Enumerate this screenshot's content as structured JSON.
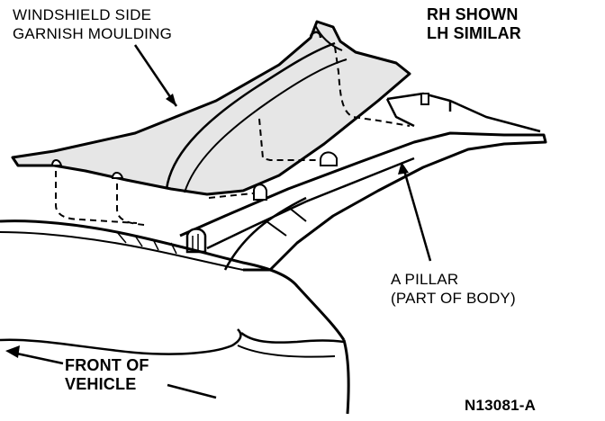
{
  "labels": {
    "garnish": [
      "WINDSHIELD SIDE",
      "GARNISH MOULDING"
    ],
    "side_note": [
      "RH SHOWN",
      "LH SIMILAR"
    ],
    "pillar": [
      "A PILLAR",
      "(PART OF BODY)"
    ],
    "front": [
      "FRONT OF",
      "VEHICLE"
    ],
    "figure_id": "N13081-A"
  },
  "colors": {
    "ink": "#000000",
    "paper": "#ffffff",
    "panel": "#e6e6e6"
  }
}
